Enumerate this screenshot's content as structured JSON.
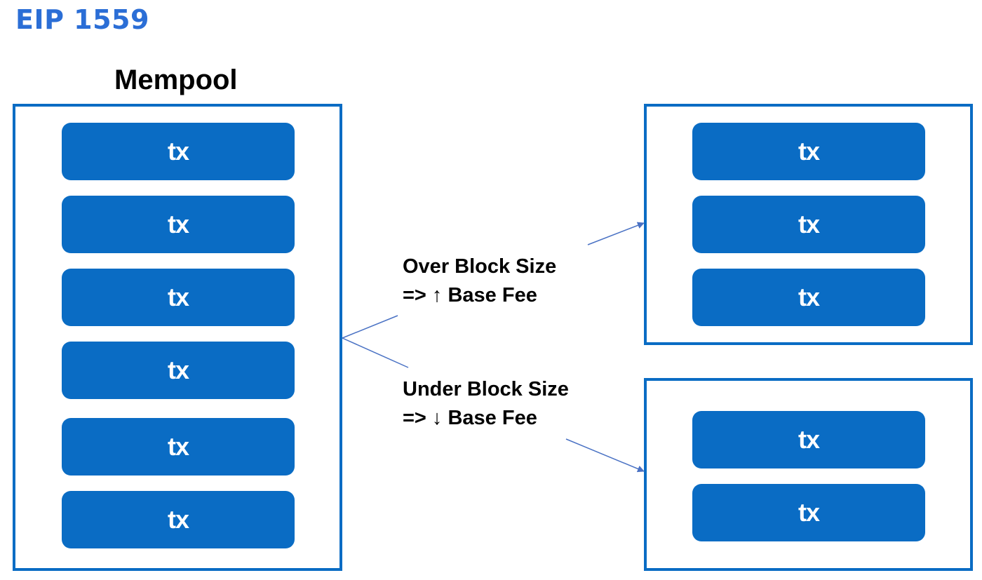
{
  "title": "EIP 1559",
  "mempool": {
    "label": "Mempool",
    "tx_items": [
      "tx",
      "tx",
      "tx",
      "tx",
      "tx",
      "tx"
    ]
  },
  "over_block": {
    "line1": "Over Block Size",
    "line2": "=> ↑ Base Fee",
    "tx_items": [
      "tx",
      "tx",
      "tx"
    ]
  },
  "under_block": {
    "line1": "Under Block Size",
    "line2": "=> ↓ Base Fee",
    "tx_items": [
      "tx",
      "tx"
    ]
  },
  "colors": {
    "title": "#2b6ed6",
    "box_border": "#0a6cc4",
    "tx_fill": "#0a6cc4",
    "tx_text": "#ffffff",
    "connector": "#4a72c4"
  }
}
